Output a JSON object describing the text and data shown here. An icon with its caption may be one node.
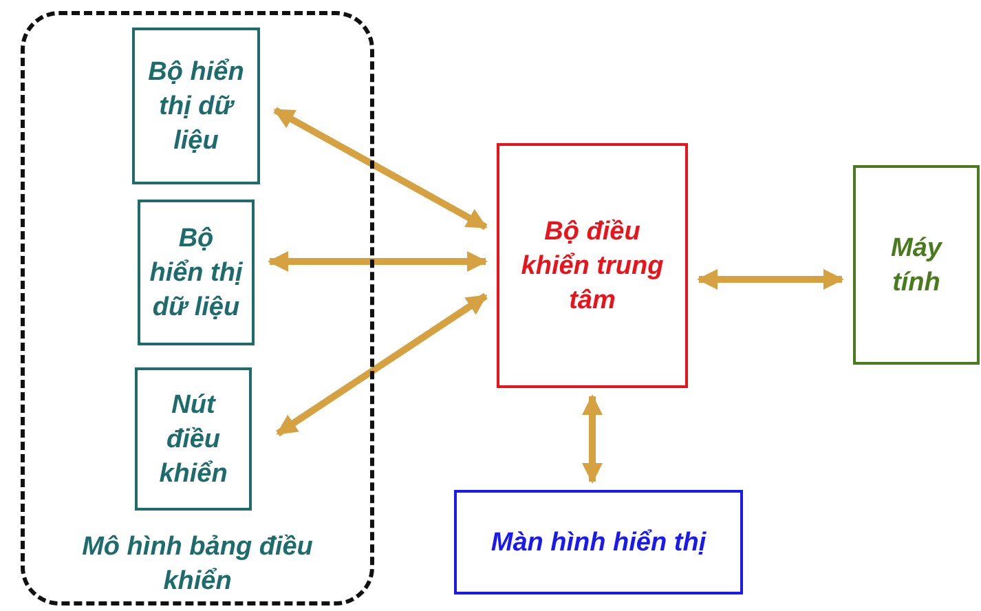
{
  "diagram": {
    "nodes": [
      {
        "text": [
          "Mô hình bảng điều khiển"
        ]
      },
      {
        "text": [
          "Bộ hiển thị dữ liệu"
        ],
        "in": 0
      },
      {
        "text": [
          "Bộ hiển thị dữ liệu"
        ],
        "in": 0
      },
      {
        "text": [
          "Nút điều khiển"
        ],
        "in": 0
      },
      {
        "text": [
          "Bộ điều khiển trung tâm"
        ]
      },
      {
        "text": [
          "Máy tính"
        ]
      },
      {
        "text": [
          "Màn hình hiển thị"
        ]
      }
    ],
    "edges": [
      {
        "from": 1,
        "to": 4,
        "arrow": "both"
      },
      {
        "from": 2,
        "to": 4,
        "arrow": "both"
      },
      {
        "from": 3,
        "to": 4,
        "arrow": "both"
      },
      {
        "from": 4,
        "to": 5,
        "arrow": "both"
      },
      {
        "from": 4,
        "to": 6,
        "arrow": "both"
      }
    ]
  }
}
